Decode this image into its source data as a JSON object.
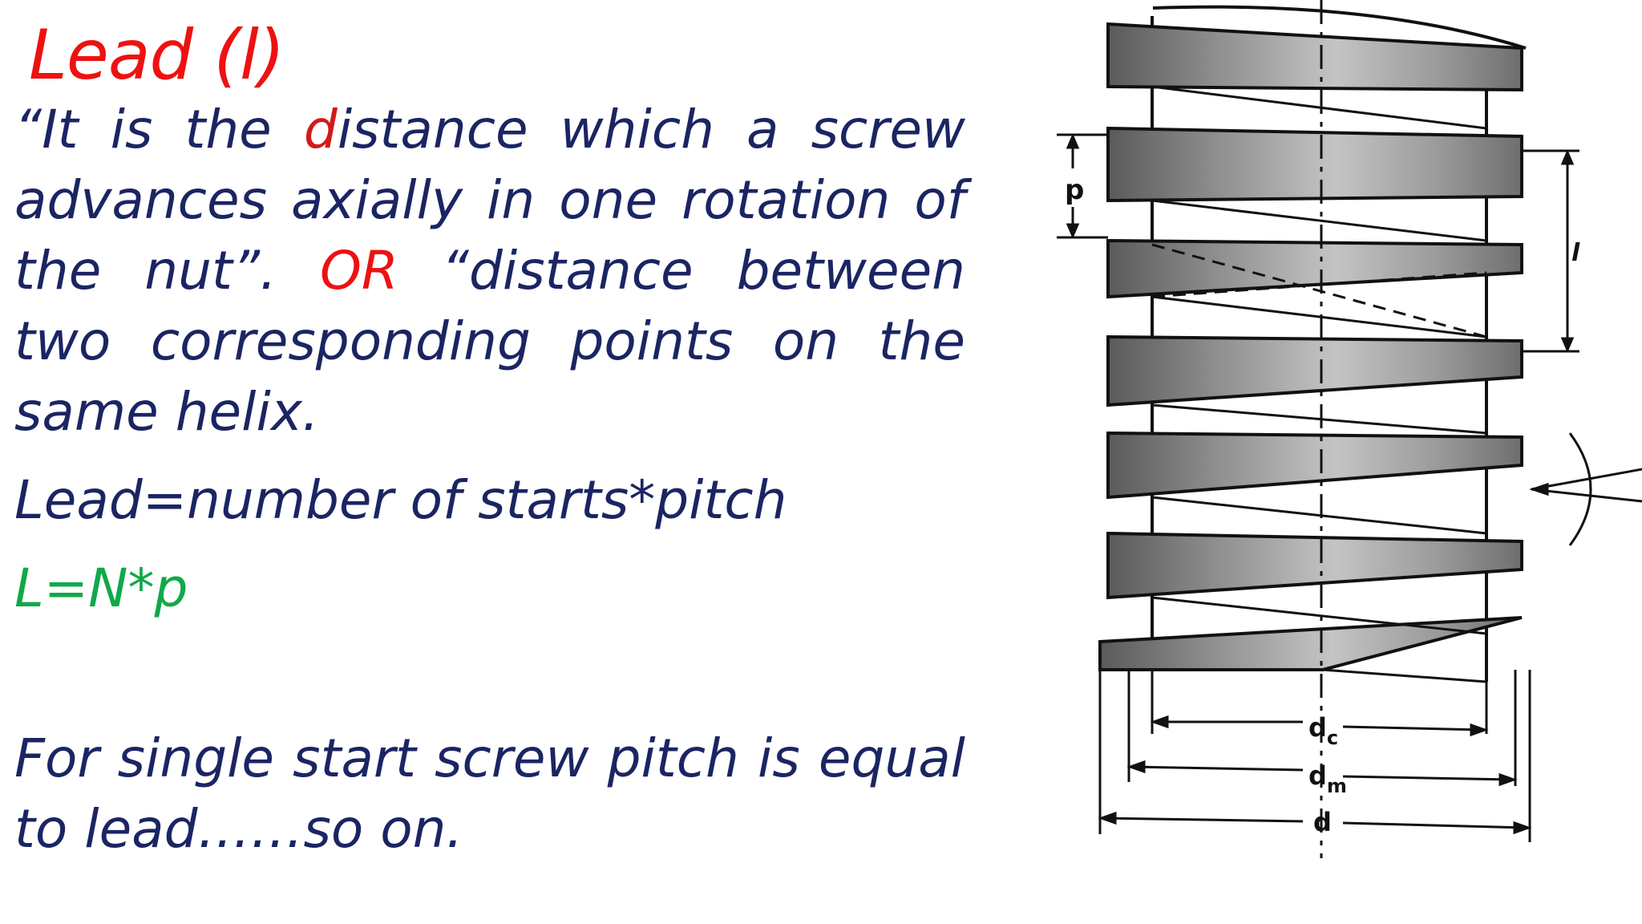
{
  "slide": {
    "title": "Lead (l)",
    "definition": {
      "part1": "“It is the ",
      "highlight_d": "d",
      "part2": "istance which a screw advances axially in one rotation of the nut”. ",
      "or_word": "OR",
      "part3": " “distance between two corresponding points on the same helix."
    },
    "formula_words": "Lead=number of starts*pitch",
    "formula_symbols": "L=N*p",
    "note": "For single start screw pitch is equal to lead……so on."
  },
  "figure": {
    "labels": {
      "pitch": "p",
      "lead": "l",
      "core_diameter": "d",
      "core_sub": "c",
      "mean_diameter": "d",
      "mean_sub": "m",
      "major_diameter": "d"
    }
  },
  "colors": {
    "title": "#ee1111",
    "body_text": "#1b2563",
    "highlight": "#d21a1a",
    "formula_symbols": "#10a84a"
  }
}
